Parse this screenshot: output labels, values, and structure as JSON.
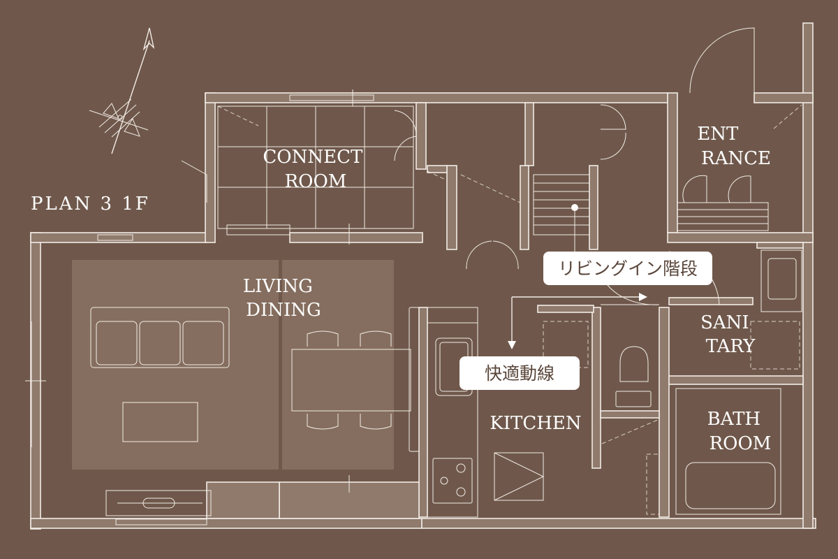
{
  "plan_title": "PLAN 3 1F",
  "rooms": {
    "connect_room": [
      "CONNECT",
      "ROOM"
    ],
    "entrance": [
      "ENT",
      "RANCE"
    ],
    "living_dining": [
      "LIVING",
      "DINING"
    ],
    "sanitary": [
      "SANI",
      "TARY"
    ],
    "kitchen": [
      "KITCHEN"
    ],
    "bath_room": [
      "BATH",
      "ROOM"
    ]
  },
  "callouts": {
    "living_in_stairs": "リビングイン階段",
    "smooth_circulation": "快適動線"
  },
  "colors": {
    "background": "#6f584b",
    "wall_fill": "#8f7a6c",
    "line": "#f2ece6",
    "zone_highlight": "#8c7566",
    "callout_bg": "#ffffff",
    "callout_text": "#5a463b"
  },
  "icons": [
    "compass-icon",
    "sofa-icon",
    "dining-table-icon",
    "toilet-icon",
    "sink-icon",
    "stove-icon",
    "bathtub-icon",
    "stairs-icon"
  ]
}
